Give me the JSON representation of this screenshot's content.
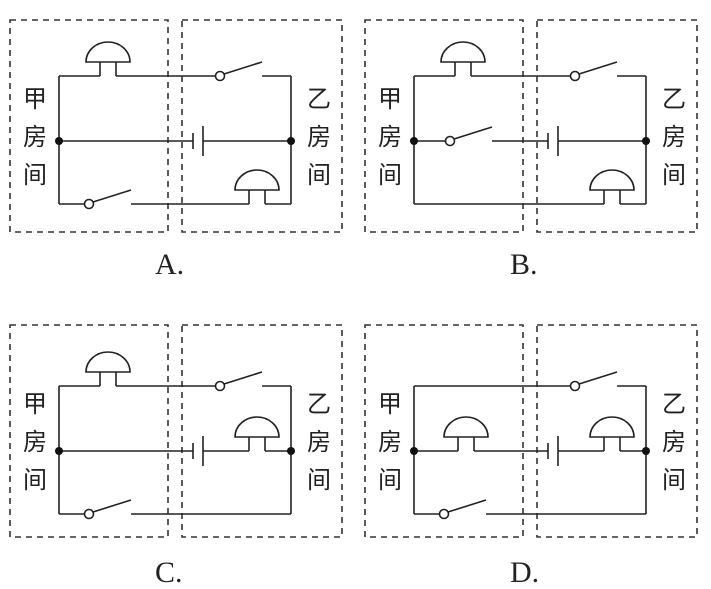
{
  "question_figure": {
    "room_left": [
      "甲",
      "房",
      "间"
    ],
    "room_right": [
      "乙",
      "房",
      "间"
    ],
    "options": [
      {
        "label": "A.",
        "description": "Bell 1 (in 甲) + switch (in 乙) on top branch; battery in middle; switch (in 甲) + bell 2 (in 乙) on bottom branch",
        "top": [
          "bell-left",
          "switch-right"
        ],
        "middle": [
          "battery"
        ],
        "bottom": [
          "switch-left",
          "bell-right"
        ]
      },
      {
        "label": "B.",
        "description": "Bell 1 (in 甲) + switch (in 乙) on top; switch (in 甲) + battery in middle; bell 2 (in 乙) on bottom",
        "top": [
          "bell-left",
          "switch-right"
        ],
        "middle": [
          "switch-left",
          "battery"
        ],
        "bottom": [
          "bell-right"
        ]
      },
      {
        "label": "C.",
        "description": "Bell 1 (in 甲) + switch (in 乙) on top; battery + bell 2 (in 乙) in middle; switch (in 甲) on bottom",
        "top": [
          "bell-left",
          "switch-right"
        ],
        "middle": [
          "battery",
          "bell-right"
        ],
        "bottom": [
          "switch-left"
        ]
      },
      {
        "label": "D.",
        "description": "Switch (in 乙) on top; bell 1 (in 甲) + battery + bell 2 (in 乙) in middle; switch (in 甲) on bottom",
        "top": [
          "switch-right"
        ],
        "middle": [
          "bell-left",
          "battery",
          "bell-right"
        ],
        "bottom": [
          "switch-left"
        ]
      }
    ]
  }
}
